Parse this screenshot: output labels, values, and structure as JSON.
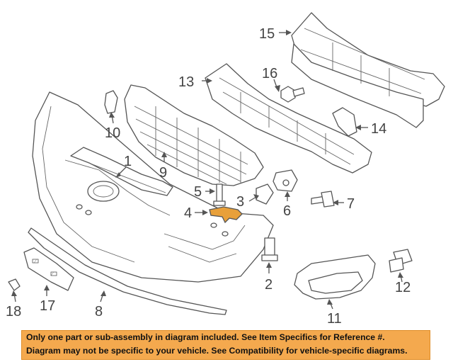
{
  "callouts": [
    {
      "id": "1",
      "text": "1"
    },
    {
      "id": "2",
      "text": "2"
    },
    {
      "id": "3",
      "text": "3"
    },
    {
      "id": "4",
      "text": "4"
    },
    {
      "id": "5",
      "text": "5"
    },
    {
      "id": "6",
      "text": "6"
    },
    {
      "id": "7",
      "text": "7"
    },
    {
      "id": "8",
      "text": "8"
    },
    {
      "id": "9",
      "text": "9"
    },
    {
      "id": "10",
      "text": "10"
    },
    {
      "id": "11",
      "text": "11"
    },
    {
      "id": "12",
      "text": "12"
    },
    {
      "id": "13",
      "text": "13"
    },
    {
      "id": "14",
      "text": "14"
    },
    {
      "id": "15",
      "text": "15"
    },
    {
      "id": "16",
      "text": "16"
    },
    {
      "id": "17",
      "text": "17"
    },
    {
      "id": "18",
      "text": "18"
    }
  ],
  "highlight_color": "#e8a03a",
  "banner": {
    "line1": "Only one part or sub-assembly in diagram included. See Item Specifics for Reference #.",
    "line2": "Diagram may not be specific to your vehicle. See Compatibility for vehicle-specific diagrams.",
    "background": "#f4a94e"
  }
}
